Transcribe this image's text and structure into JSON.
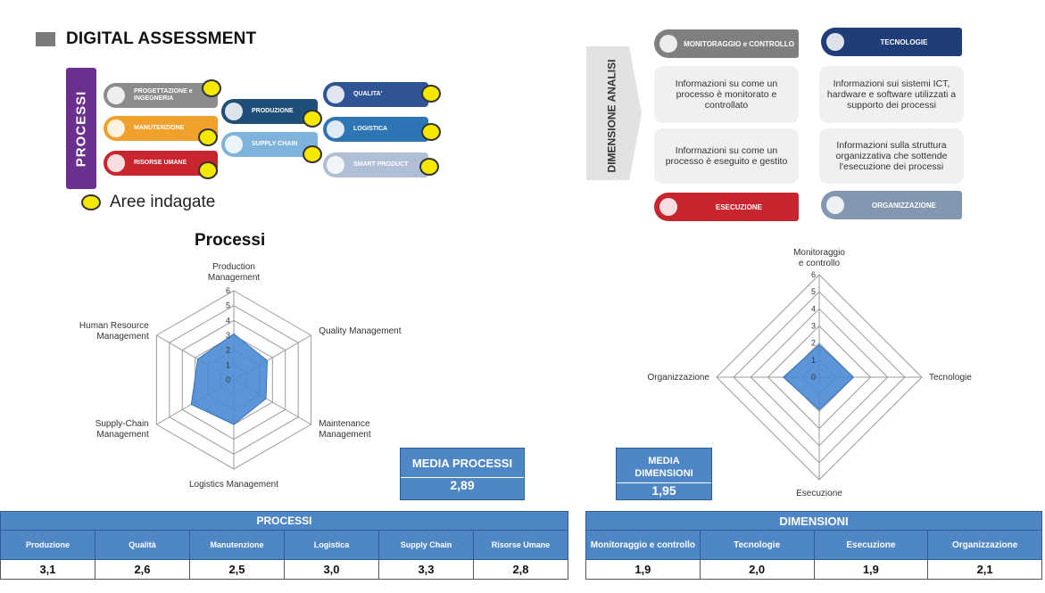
{
  "header": {
    "title": "DIGITAL ASSESSMENT"
  },
  "processi_panel": {
    "side_label": "PROCESSI",
    "items": [
      {
        "label": "PROGETTAZIONE e INGEGNERIA",
        "color": "#8c8c8c"
      },
      {
        "label": "MANUTENZIONE",
        "color": "#f0a12b"
      },
      {
        "label": "RISORSE UMANE",
        "color": "#c8252e"
      },
      {
        "label": "PRODUZIONE",
        "color": "#1f4e79"
      },
      {
        "label": "SUPPLY CHAIN",
        "color": "#7fb3dc"
      },
      {
        "label": "QUALITA'",
        "color": "#2f5597"
      },
      {
        "label": "LOGISTICA",
        "color": "#2e75b6"
      },
      {
        "label": "SMART PRODUCT",
        "color": "#b0bed6"
      }
    ],
    "legend": "Aree indagate",
    "legend_color": "#f5e800"
  },
  "dimensioni_panel": {
    "side_label": "DIMENSIONE ANALISI",
    "headers": [
      {
        "label": "MONITORAGGIO e CONTROLLO",
        "color": "#7f7f7f"
      },
      {
        "label": "TECNOLOGIE",
        "color": "#1f3e79"
      },
      {
        "label": "ESECUZIONE",
        "color": "#c8252e"
      },
      {
        "label": "ORGANIZZAZIONE",
        "color": "#8497b0"
      }
    ],
    "descriptions": [
      "Informazioni su come un processo è monitorato e controllato",
      "Informazioni sui sistemi ICT, hardware e software utilizzati a supporto dei processi",
      "Informazioni su come un processo è eseguito e gestito",
      "Informazioni sulla struttura organizzativa che sottende l'esecuzione dei processi"
    ]
  },
  "chart_data": [
    {
      "type": "radar",
      "title": "Processi",
      "axes": [
        "Production Management",
        "Quality Management",
        "Maintenance Management",
        "Logistics Management",
        "Supply-Chain Management",
        "Human Resource Management"
      ],
      "ticks": [
        "0",
        "1",
        "2",
        "3",
        "4",
        "5",
        "6"
      ],
      "range": [
        0,
        6
      ],
      "values": [
        3.1,
        2.6,
        2.5,
        3.0,
        3.3,
        2.8
      ],
      "fill_color": "#4a8ad4"
    },
    {
      "type": "radar",
      "title": "",
      "axes": [
        "Monitoraggio e controllo",
        "Tecnologie",
        "Esecuzione",
        "Organizzazione"
      ],
      "ticks": [
        "0",
        "1",
        "2",
        "3",
        "4",
        "5",
        "6"
      ],
      "range": [
        0,
        6
      ],
      "values": [
        1.9,
        2.0,
        1.9,
        2.1
      ],
      "fill_color": "#4a8ad4"
    }
  ],
  "media_processi": {
    "label": "MEDIA PROCESSI",
    "value": "2,89"
  },
  "media_dimensioni": {
    "label": "MEDIA DIMENSIONI",
    "value": "1,95"
  },
  "table_processi": {
    "title": "PROCESSI",
    "headers": [
      "Produzione",
      "Qualità",
      "Manutenzione",
      "Logistica",
      "Supply Chain",
      "Risorse Umane"
    ],
    "values": [
      "3,1",
      "2,6",
      "2,5",
      "3,0",
      "3,3",
      "2,8"
    ]
  },
  "table_dimensioni": {
    "title": "DIMENSIONI",
    "headers": [
      "Monitoraggio e controllo",
      "Tecnologie",
      "Esecuzione",
      "Organizzazione"
    ],
    "values": [
      "1,9",
      "2,0",
      "1,9",
      "2,1"
    ]
  },
  "colors": {
    "accent_blue": "#4f86c6",
    "marker_yellow": "#f5e800"
  }
}
